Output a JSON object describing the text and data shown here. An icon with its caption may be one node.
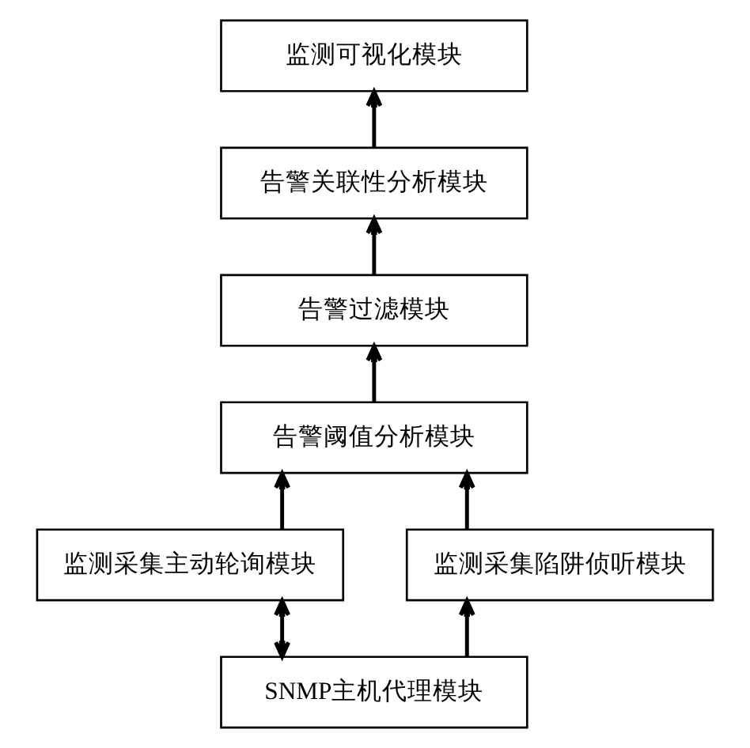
{
  "diagram": {
    "nodes": [
      {
        "text": [
          "监测可视化模块"
        ]
      },
      {
        "text": [
          "告警关联性分析模块"
        ]
      },
      {
        "text": [
          "告警过滤模块"
        ]
      },
      {
        "text": [
          "告警阈值分析模块"
        ]
      },
      {
        "text": [
          "监测采集主动轮询模块"
        ]
      },
      {
        "text": [
          "监测采集陷阱侦听模块"
        ]
      },
      {
        "text": [
          "SNMP主机代理模块"
        ]
      }
    ],
    "edges": [
      {
        "from": 1,
        "to": 0,
        "arrow": "to"
      },
      {
        "from": 2,
        "to": 1,
        "arrow": "to"
      },
      {
        "from": 3,
        "to": 2,
        "arrow": "to"
      },
      {
        "from": 4,
        "to": 3,
        "arrow": "to"
      },
      {
        "from": 5,
        "to": 3,
        "arrow": "to"
      },
      {
        "from": 6,
        "to": 4,
        "arrow": "both"
      },
      {
        "from": 6,
        "to": 5,
        "arrow": "to"
      }
    ]
  }
}
